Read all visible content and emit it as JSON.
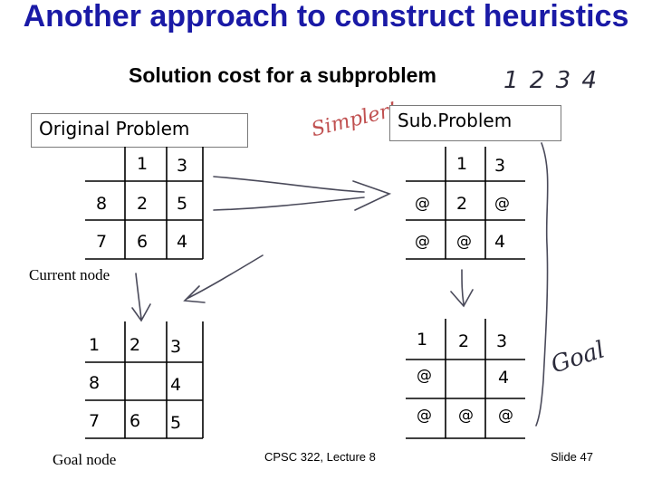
{
  "title": "Another approach to construct heuristics",
  "subtitle": "Solution cost for a subproblem",
  "handwritten": {
    "numbers": "1 2 3 4",
    "simpler": "Simpler!",
    "goal": "Goal"
  },
  "original_problem": {
    "label": "Original Problem",
    "grid": [
      [
        "",
        "1",
        "3"
      ],
      [
        "8",
        "2",
        "5"
      ],
      [
        "7",
        "6",
        "4"
      ]
    ]
  },
  "sub_problem": {
    "label": "Sub.Problem",
    "grid": [
      [
        "",
        "1",
        "3"
      ],
      [
        "@",
        "2",
        "@"
      ],
      [
        "@",
        "@",
        "4"
      ]
    ]
  },
  "current_node_label": "Current node",
  "goal_node": {
    "label": "Goal node",
    "grid": [
      [
        "1",
        "2",
        "3"
      ],
      [
        "8",
        "",
        "4"
      ],
      [
        "7",
        "6",
        "5"
      ]
    ]
  },
  "sub_goal": {
    "grid": [
      [
        "1",
        "2",
        "3"
      ],
      [
        "@",
        "",
        "4"
      ],
      [
        "@",
        "@",
        "@"
      ]
    ]
  },
  "footer": {
    "course": "CPSC 322, Lecture 8",
    "slide": "Slide 47"
  },
  "colors": {
    "title": "#1a1aa6",
    "grid": "#000000",
    "ink": "#1a1a2e"
  }
}
